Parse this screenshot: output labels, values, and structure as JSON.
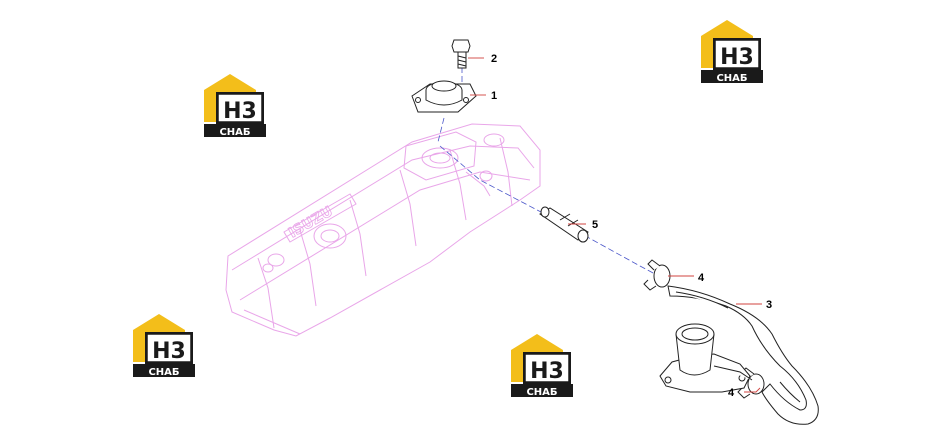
{
  "diagram": {
    "callouts": [
      {
        "id": "label-1",
        "text": "1"
      },
      {
        "id": "label-2",
        "text": "2"
      },
      {
        "id": "label-3",
        "text": "3"
      },
      {
        "id": "label-4a",
        "text": "4"
      },
      {
        "id": "label-4b",
        "text": "4"
      },
      {
        "id": "label-5",
        "text": "5"
      }
    ],
    "cover_embossing": "ISUZU",
    "colors": {
      "engine_outline": "#e9a6e9",
      "parts_outline": "#222222",
      "leader_line": "#d0433f",
      "center_line": "#4a56c9",
      "logo_yellow": "#f3be1a",
      "logo_dark": "#1a1a1a"
    }
  },
  "watermarks": [
    {
      "top": "H3",
      "bottom": "СНАБ"
    },
    {
      "top": "H3",
      "bottom": "СНАБ"
    },
    {
      "top": "H3",
      "bottom": "СНАБ"
    },
    {
      "top": "H3",
      "bottom": "СНАБ"
    }
  ]
}
